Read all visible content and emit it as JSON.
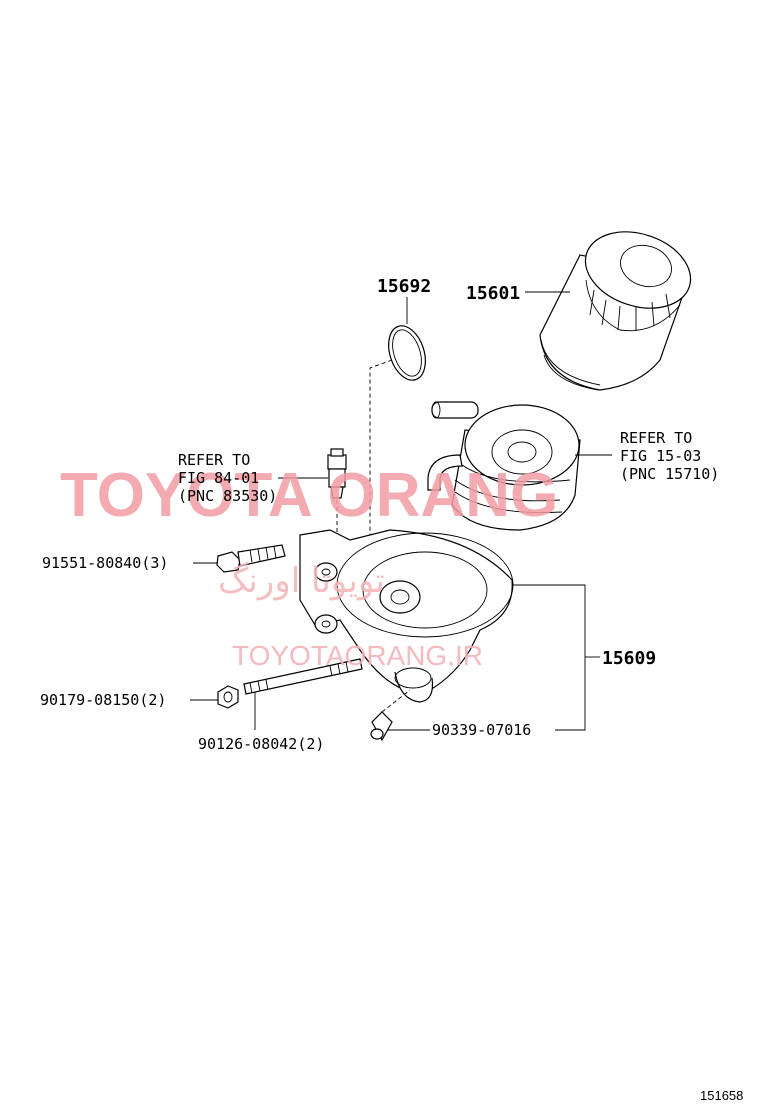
{
  "diagram": {
    "figure_number": "151658",
    "labels": {
      "p15692": "15692",
      "p15601": "15601",
      "refer_left_1": "REFER TO",
      "refer_left_2": "FIG 84-01",
      "refer_left_3": "(PNC 83530)",
      "refer_right_1": "REFER TO",
      "refer_right_2": "FIG 15-03",
      "refer_right_3": "(PNC 15710)",
      "p91551": "91551-80840(3)",
      "p15609": "15609",
      "p90179": "90179-08150(2)",
      "p90339": "90339-07016",
      "p90126": "90126-08042(2)"
    }
  },
  "watermark": {
    "main_text": "TOYOTA ORANG",
    "persian_text": "تویوتا اورنگ",
    "site_text": "TOYOTAORANG.IR",
    "color": "#f19ca3"
  }
}
